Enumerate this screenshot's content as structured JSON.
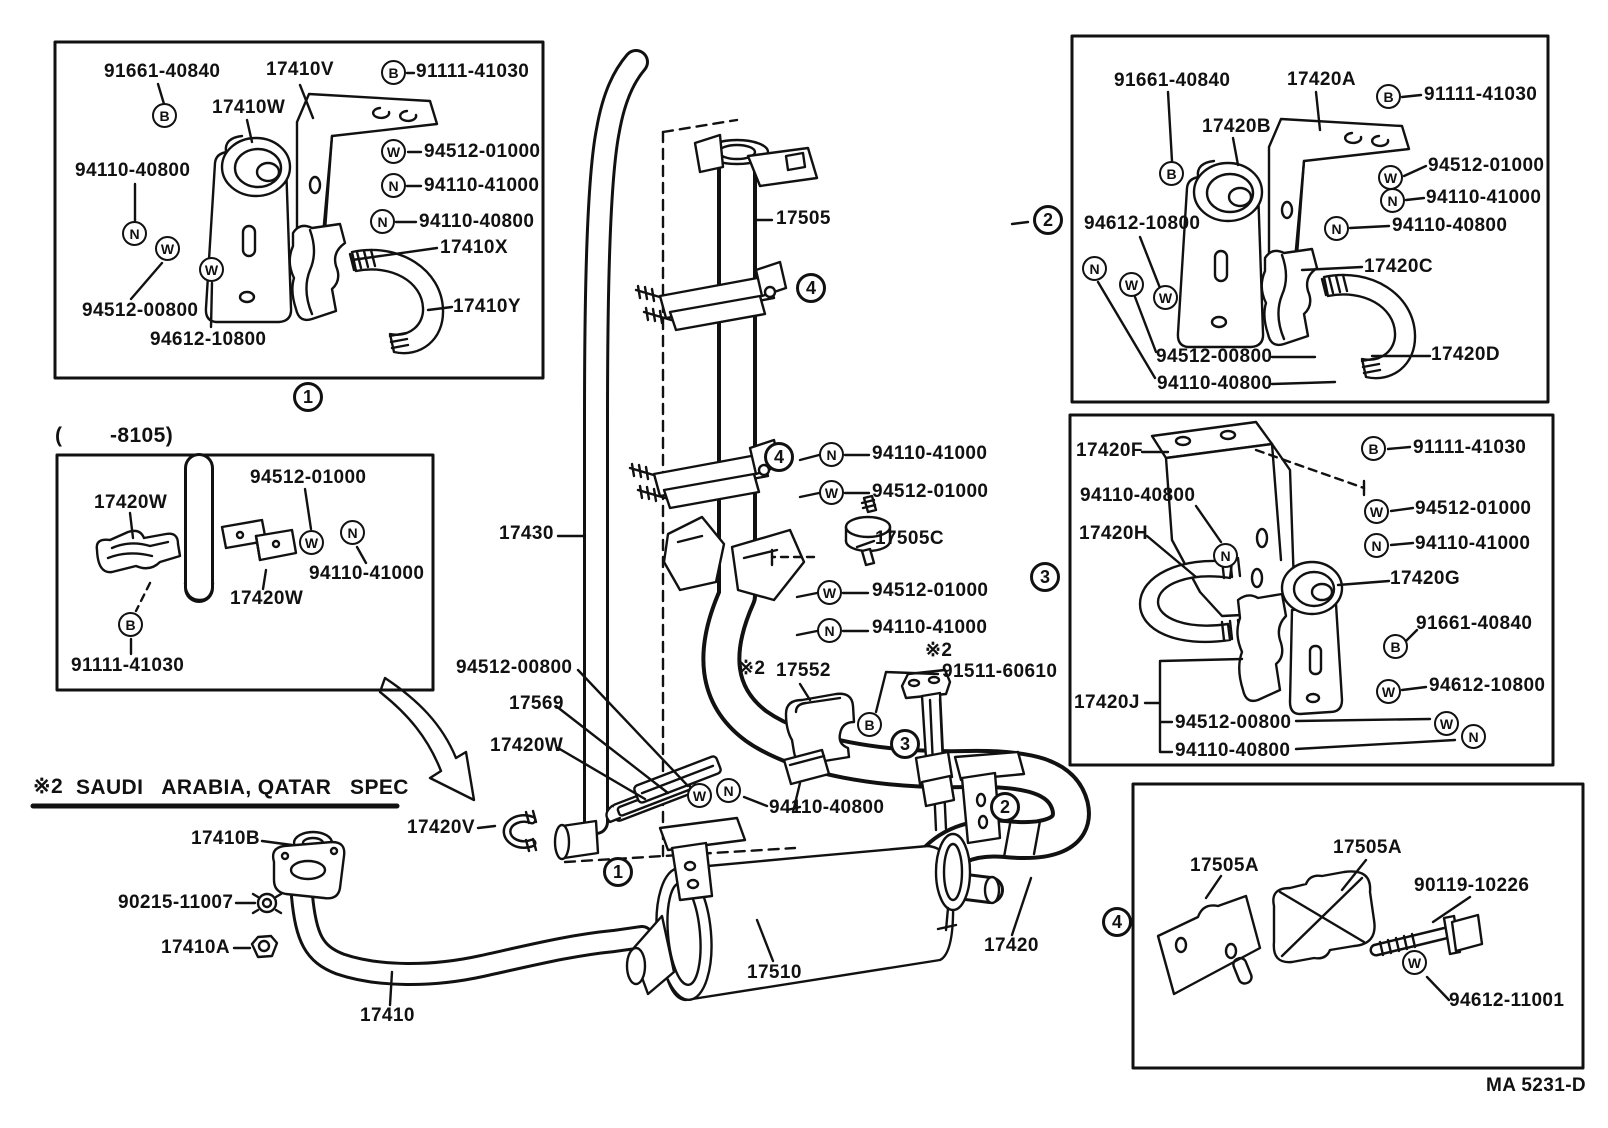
{
  "colors": {
    "ink": "#111111",
    "paper": "#ffffff"
  },
  "drawing": {
    "code": "MA 5231-D"
  },
  "spec_note": {
    "mark": "※2",
    "text": "SAUDI   ARABIA, QATAR   SPEC"
  },
  "glyphs": {
    "b": "B",
    "w": "W",
    "n": "N"
  },
  "nums": {
    "one": "1",
    "two": "2",
    "three": "3",
    "four": "4"
  },
  "box1": {
    "l1": "91661-40840",
    "l2": "17410V",
    "l3": "91111-41030",
    "l4": "17410W",
    "l5": "94110-40800",
    "l6": "94512-01000",
    "l7": "94110-41000",
    "l8": "94110-40800",
    "l9": "17410X",
    "l10": "94512-00800",
    "l11": "94612-10800",
    "l12": "17410Y"
  },
  "box2": {
    "l1": "91661-40840",
    "l2": "17420A",
    "l3": "91111-41030",
    "l4": "17420B",
    "l5": "94512-01000",
    "l6": "94110-41000",
    "l7": "94612-10800",
    "l8": "94110-40800",
    "l9": "17420C",
    "l10": "94512-00800",
    "l11": "17420D",
    "l12": "94110-40800"
  },
  "box3": {
    "l1": "17420F",
    "l2": "91111-41030",
    "l3": "94110-40800",
    "l4": "17420H",
    "l5": "94512-01000",
    "l6": "94110-41000",
    "l7": "17420G",
    "l8": "91661-40840",
    "l9": "94612-10800",
    "l10": "17420J",
    "l11": "94512-00800",
    "l12": "94110-40800"
  },
  "box4": {
    "l1": "17505A",
    "l2": "17505A",
    "l3": "90119-10226",
    "l4": "94612-11001"
  },
  "box5": {
    "header_open": "(",
    "header_range": "-8105)",
    "l1": "17420W",
    "l2": "94512-01000",
    "l3": "94110-41000",
    "l4": "17420W",
    "l5": "91111-41030"
  },
  "main": {
    "l_17505": "17505",
    "l_94110_41000_a": "94110-41000",
    "l_94512_01000_a": "94512-01000",
    "l_17505c": "17505C",
    "l_94512_01000_b": "94512-01000",
    "l_94110_41000_b": "94110-41000",
    "l_17430": "17430",
    "l_94512_00800": "94512-00800",
    "l_17569": "17569",
    "l_17420w": "17420W",
    "l_17552_mark": "※2",
    "l_17552": "17552",
    "l_91511_mark": "※2",
    "l_91511": "91511-60610",
    "l_94110_40800": "94110-40800",
    "l_17420v": "17420V",
    "l_17410b": "17410B",
    "l_90215": "90215-11007",
    "l_17410a": "17410A",
    "l_17410": "17410",
    "l_17510": "17510",
    "l_17420": "17420"
  }
}
